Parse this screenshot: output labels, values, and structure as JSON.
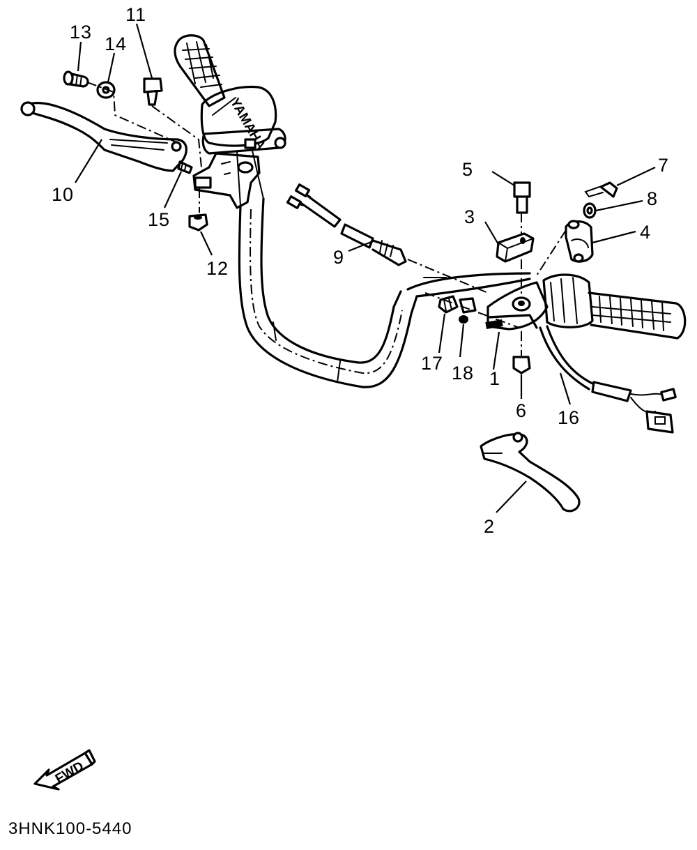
{
  "parts": [
    {
      "id": "1",
      "label": "1"
    },
    {
      "id": "2",
      "label": "2"
    },
    {
      "id": "3",
      "label": "3"
    },
    {
      "id": "4",
      "label": "4"
    },
    {
      "id": "5",
      "label": "5"
    },
    {
      "id": "6",
      "label": "6"
    },
    {
      "id": "7",
      "label": "7"
    },
    {
      "id": "8",
      "label": "8"
    },
    {
      "id": "9",
      "label": "9"
    },
    {
      "id": "10",
      "label": "10"
    },
    {
      "id": "11",
      "label": "11"
    },
    {
      "id": "12",
      "label": "12"
    },
    {
      "id": "13",
      "label": "13"
    },
    {
      "id": "14",
      "label": "14"
    },
    {
      "id": "15",
      "label": "15"
    },
    {
      "id": "16",
      "label": "16"
    },
    {
      "id": "17",
      "label": "17"
    },
    {
      "id": "18",
      "label": "18"
    }
  ],
  "grip_brand": "YAMAHA",
  "fwd_label": "FWD",
  "diagram_code": "3HNK100-5440"
}
